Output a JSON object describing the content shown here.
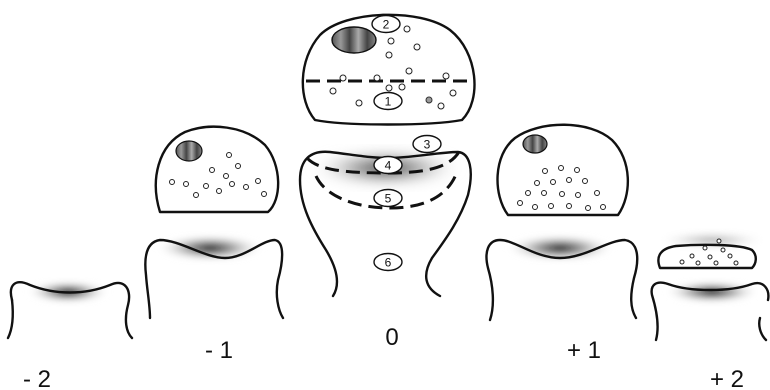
{
  "diagram": {
    "position_labels": [
      "- 2",
      "- 1",
      "0",
      "+ 1",
      "+ 2"
    ],
    "numbered_regions": [
      "1",
      "2",
      "3",
      "4",
      "5",
      "6"
    ]
  }
}
